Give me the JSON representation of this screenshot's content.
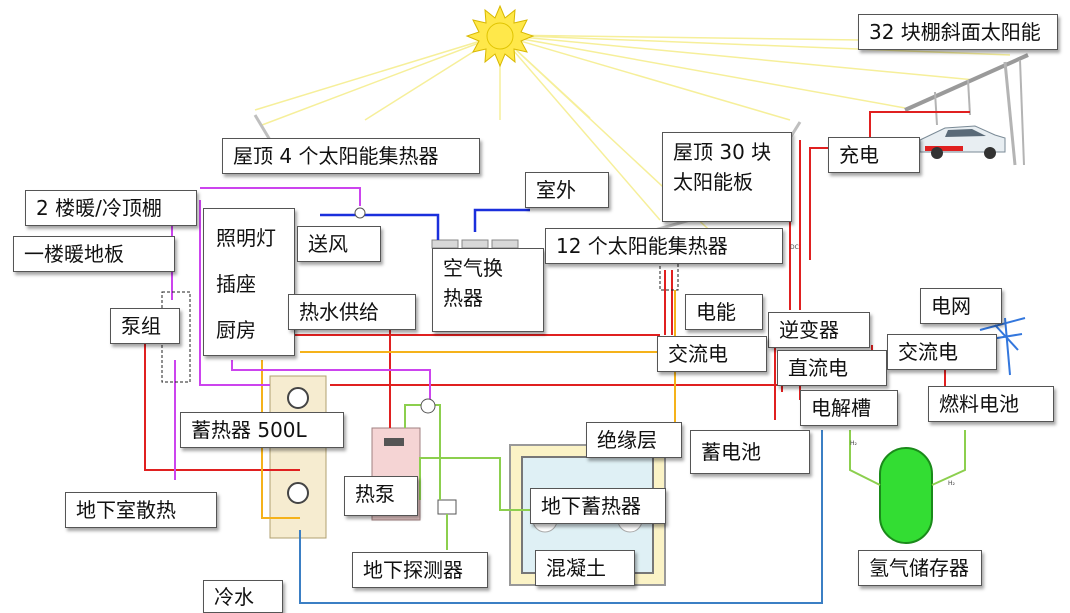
{
  "labels": {
    "solar_canopy": "32 块棚斜面太阳能",
    "roof_collectors": "屋顶 4 个太阳能集热器",
    "charging": "充电",
    "roof_panels_1": "屋顶 30 块",
    "roof_panels_2": "太阳能板",
    "outdoor": "室外",
    "floor2": "2 楼暖/冷顶棚",
    "floor1": "一楼暖地板",
    "lighting": "照明灯",
    "socket": "插座",
    "kitchen": "厨房",
    "supply_air": "送风",
    "air_hx_1": "空气换",
    "air_hx_2": "热器",
    "collectors12": "12 个太阳能集热器",
    "hot_water": "热水供给",
    "pump_group": "泵组",
    "electric_energy": "电能",
    "inverter": "逆变器",
    "grid": "电网",
    "ac1": "交流电",
    "dc": "直流电",
    "ac2": "交流电",
    "electrolyzer": "电解槽",
    "fuel_cell": "燃料电池",
    "battery": "蓄电池",
    "heat_storage": "蓄热器  500L",
    "insulation": "绝缘层",
    "heat_pump": "热泵",
    "underground_storage": "地下蓄热器",
    "basement_heat": "地下室散热",
    "underground_probe": "地下探测器",
    "concrete": "混凝土",
    "h2_storage": "氢气储存器",
    "cold_water": "冷水"
  },
  "small_text": {
    "dc_tag": "DC",
    "h2_left": "H₂",
    "h2_right": "H₂"
  },
  "colors": {
    "sun": "#ffe84a",
    "sun_rays": "#f6ef9a",
    "electric": "#e02020",
    "hot_water": "#f5b21a",
    "heating_loop": "#cc44ee",
    "air": "#1a2fdc",
    "ground_loop": "#8ccf4e",
    "cold_water": "#3b7fc4",
    "h2_tank": "#33dd33",
    "heat_storage_tank": "#f6ecd0",
    "heat_pump_body": "#f5d4d4",
    "concrete_block": "#fbf3c6"
  }
}
